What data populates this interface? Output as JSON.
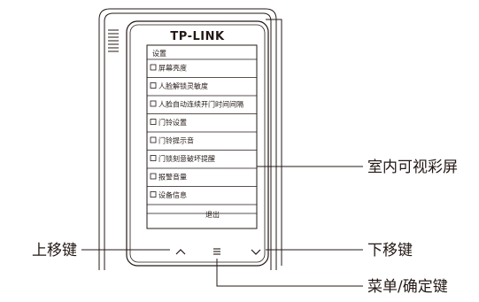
{
  "brand": "TP-LINK",
  "screen": {
    "header": "设置",
    "menu_items": [
      "屏幕亮度",
      "人脸解锁灵敏度",
      "人脸自动连续开门时间间隔",
      "门铃设置",
      "门铃提示音",
      "门锁刻意破坏提醒",
      "报警音量",
      "设备信息"
    ],
    "exit_label": "退出"
  },
  "buttons": {
    "up_symbol": "⌃",
    "menu_symbol": "≡",
    "down_symbol": "⌄"
  },
  "callouts": {
    "screen": "室内可视彩屏",
    "up": "上移键",
    "down": "下移键",
    "menu_confirm": "菜单/确定键"
  }
}
